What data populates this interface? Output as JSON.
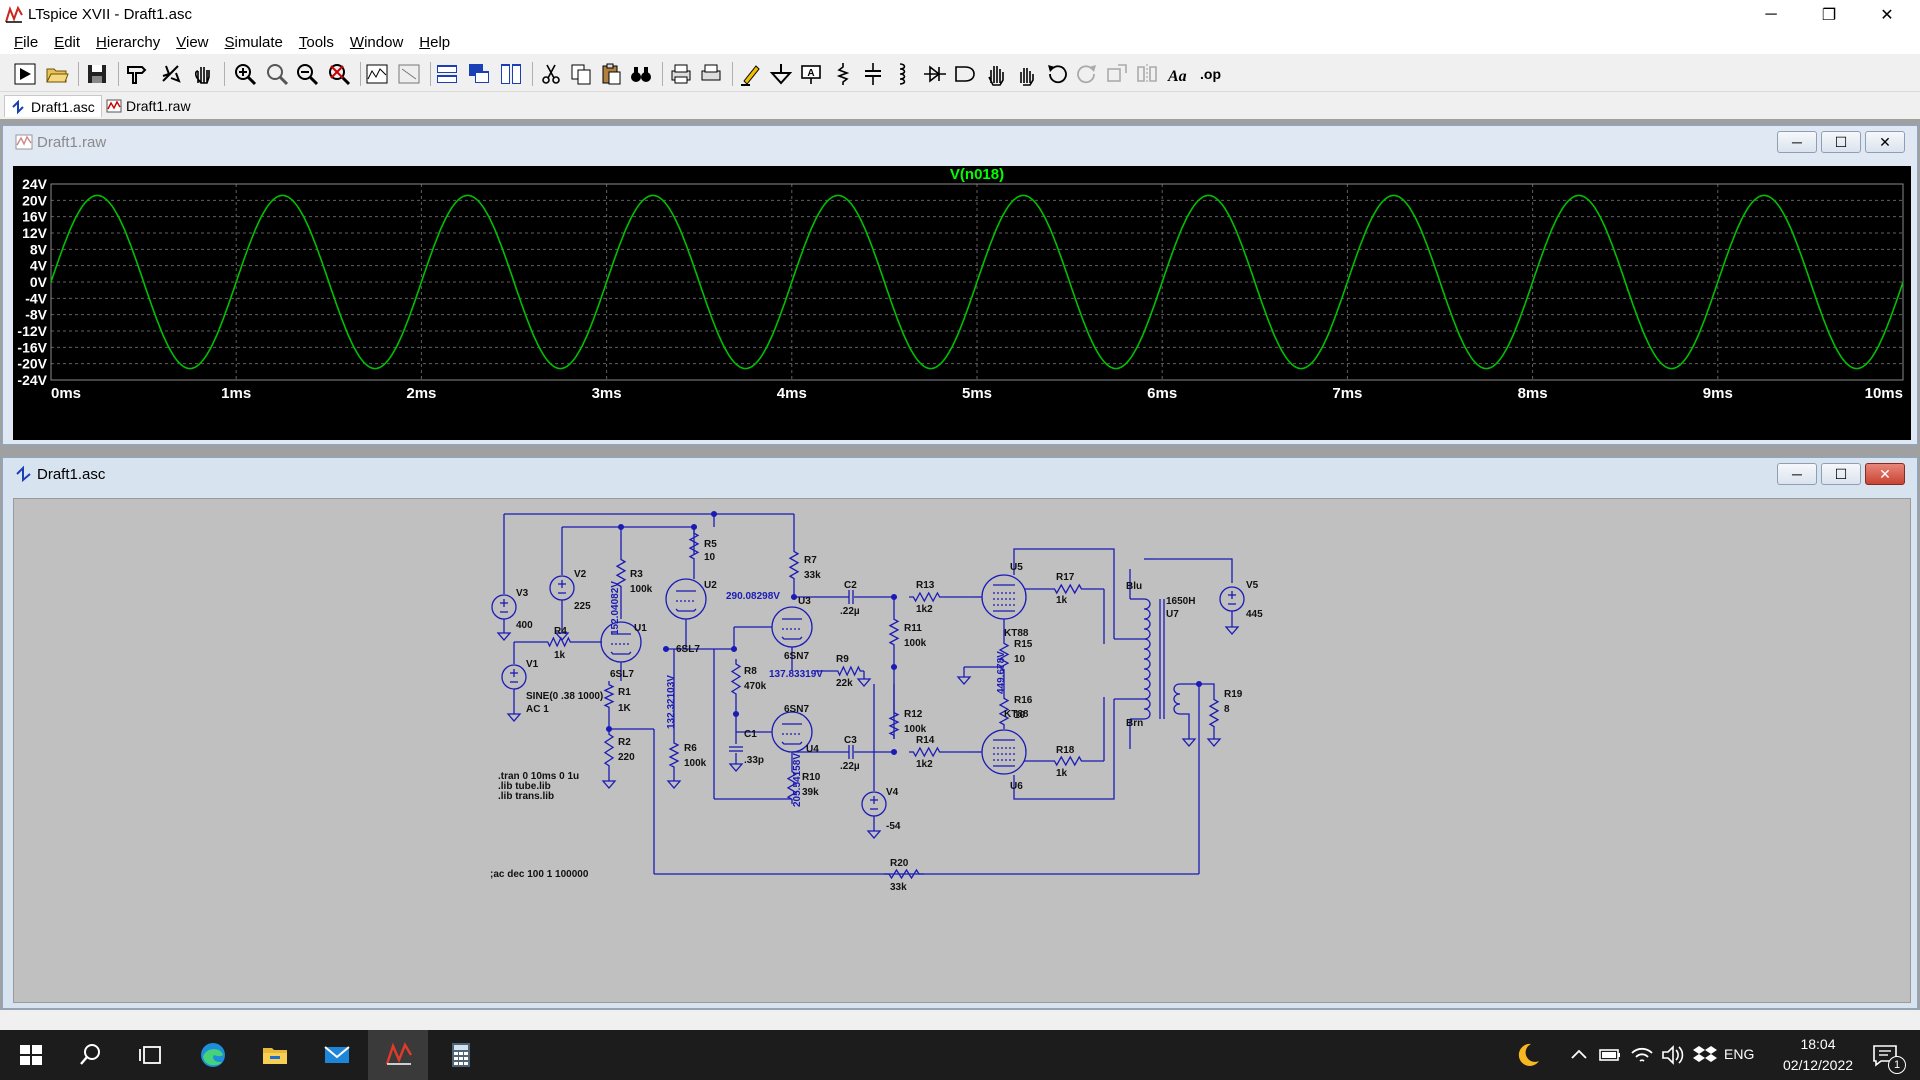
{
  "window": {
    "title": "LTspice XVII - Draft1.asc"
  },
  "window_controls": {
    "minimize": "─",
    "restore": "❐",
    "close": "✕"
  },
  "menu": [
    {
      "label": "File",
      "key": "F"
    },
    {
      "label": "Edit",
      "key": "E"
    },
    {
      "label": "Hierarchy",
      "key": "H"
    },
    {
      "label": "View",
      "key": "V"
    },
    {
      "label": "Simulate",
      "key": "S"
    },
    {
      "label": "Tools",
      "key": "T"
    },
    {
      "label": "Window",
      "key": "W"
    },
    {
      "label": "Help",
      "key": "H"
    }
  ],
  "tabs": [
    {
      "label": "Draft1.asc"
    },
    {
      "label": "Draft1.raw"
    }
  ],
  "plot_window": {
    "title": "Draft1.raw",
    "trace_label": "V(n018)",
    "trace_color": "#00c000",
    "label_color": "#00ff00",
    "y_ticks": [
      "24V",
      "20V",
      "16V",
      "12V",
      "8V",
      "4V",
      "0V",
      "-4V",
      "-8V",
      "-12V",
      "-16V",
      "-20V",
      "-24V"
    ],
    "x_ticks": [
      "0ms",
      "1ms",
      "2ms",
      "3ms",
      "4ms",
      "5ms",
      "6ms",
      "7ms",
      "8ms",
      "9ms",
      "10ms"
    ]
  },
  "chart_data": {
    "type": "line",
    "title": "V(n018)",
    "xlabel": "",
    "ylabel": "",
    "xlim": [
      0,
      10
    ],
    "ylim": [
      -24,
      24
    ],
    "x_unit": "ms",
    "y_unit": "V",
    "grid": true,
    "series": [
      {
        "name": "V(n018)",
        "amplitude": 21.2,
        "frequency_khz": 1.0,
        "color": "#00c000"
      }
    ]
  },
  "schematic_window": {
    "title": "Draft1.asc",
    "components": [
      {
        "ref": "V3",
        "value": "400"
      },
      {
        "ref": "V2",
        "value": "225"
      },
      {
        "ref": "R3",
        "value": "100k"
      },
      {
        "ref": "R5",
        "value": "10"
      },
      {
        "ref": "U2",
        "value": "6SL7"
      },
      {
        "ref": "R7",
        "value": "33k"
      },
      {
        "ref": "C2",
        "value": ".22µ"
      },
      {
        "ref": "R13",
        "value": "1k2"
      },
      {
        "ref": "U5",
        "value": "KT88"
      },
      {
        "ref": "R17",
        "value": "1k"
      },
      {
        "ref": "V5",
        "value": "445"
      },
      {
        "ref": "U1",
        "value": "6SL7"
      },
      {
        "ref": "R4",
        "value": "1k"
      },
      {
        "ref": "V1",
        "value": "SINE(0 .38 1000)"
      },
      {
        "ref": "R1",
        "value": "1K"
      },
      {
        "ref": "R2",
        "value": "220"
      },
      {
        "ref": "R6",
        "value": "100k"
      },
      {
        "ref": "R8",
        "value": "470k"
      },
      {
        "ref": "C1",
        "value": ".33p"
      },
      {
        "ref": "U3",
        "value": "6SN7"
      },
      {
        "ref": "R9",
        "value": "22k"
      },
      {
        "ref": "U4",
        "value": "6SN7"
      },
      {
        "ref": "R10",
        "value": "39k"
      },
      {
        "ref": "R11",
        "value": "100k"
      },
      {
        "ref": "R12",
        "value": "100k"
      },
      {
        "ref": "C3",
        "value": ".22µ"
      },
      {
        "ref": "R14",
        "value": "1k2"
      },
      {
        "ref": "R15",
        "value": "10"
      },
      {
        "ref": "R16",
        "value": "10"
      },
      {
        "ref": "U6",
        "value": "KT88"
      },
      {
        "ref": "R18",
        "value": "1k"
      },
      {
        "ref": "U7",
        "value": "1650H"
      },
      {
        "ref": "R19",
        "value": "8"
      },
      {
        "ref": "V4",
        "value": "-54"
      },
      {
        "ref": "R20",
        "value": "33k"
      }
    ],
    "v1_ac": "AC 1",
    "voltage_labels": [
      "290.08298V",
      "137.83319V",
      "132.32103V",
      "152.04082V",
      "205.54158V",
      "449.678V"
    ],
    "transformer_taps": [
      "Blu",
      "Brn"
    ],
    "directives": [
      ".tran 0 10ms 0 1u",
      ".lib tube.lib",
      ".lib trans.lib"
    ],
    "comment": ";ac dec 100 1 100000"
  },
  "taskbar": {
    "time": "18:04",
    "date": "02/12/2022",
    "lang": "ENG",
    "notification_count": "1"
  }
}
